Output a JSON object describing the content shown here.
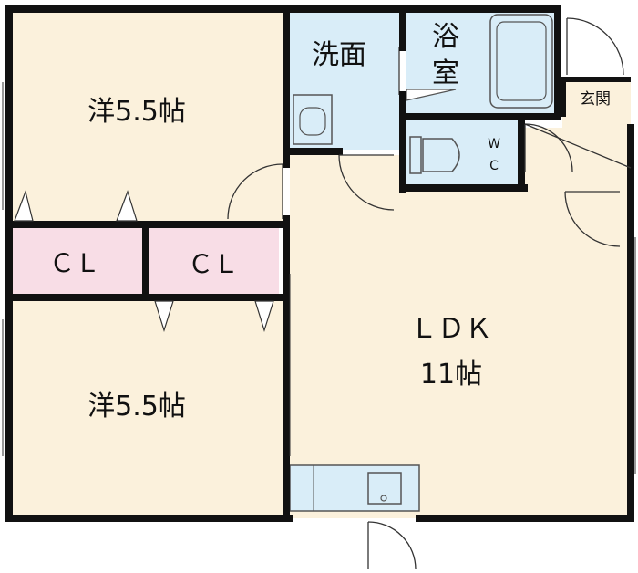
{
  "rooms": {
    "western_top": {
      "name": "洋5.5帖"
    },
    "western_bottom": {
      "name": "洋5.5帖"
    },
    "closet_left": {
      "name": "ＣＬ"
    },
    "closet_right": {
      "name": "ＣＬ"
    },
    "washroom": {
      "name": "洗面"
    },
    "bathroom": {
      "line1": "浴",
      "line2": "室"
    },
    "toilet": {
      "line1": "W",
      "line2": "C"
    },
    "entrance": {
      "name": "玄関"
    },
    "ldk": {
      "line1": "ＬＤＫ",
      "line2": "11帖"
    }
  },
  "colors": {
    "room_floor": "#fbf1dc",
    "wet_area": "#d9edf8",
    "closet": "#f8dde6",
    "wall": "#111111",
    "fixture": "#c9d7dc"
  }
}
